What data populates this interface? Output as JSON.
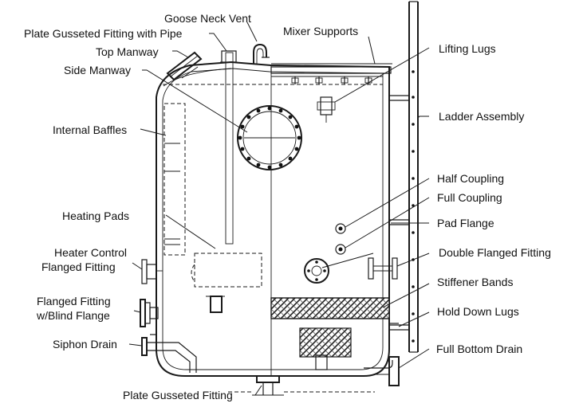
{
  "labels": {
    "goose_neck_vent": "Goose Neck Vent",
    "plate_gusseted_fitting_with_pipe": "Plate Gusseted Fitting with Pipe",
    "mixer_supports": "Mixer Supports",
    "top_manway": "Top Manway",
    "lifting_lugs": "Lifting Lugs",
    "side_manway": "Side Manway",
    "ladder_assembly": "Ladder Assembly",
    "internal_baffles": "Internal Baffles",
    "half_coupling": "Half Coupling",
    "full_coupling": "Full Coupling",
    "heating_pads": "Heating Pads",
    "pad_flange": "Pad Flange",
    "heater_control_line1": "Heater Control",
    "heater_control_line2": "Flanged Fitting",
    "double_flanged_fitting": "Double Flanged Fitting",
    "stiffener_bands": "Stiffener Bands",
    "flanged_fitting_blind_line1": "Flanged Fitting",
    "flanged_fitting_blind_line2": "w/Blind Flange",
    "hold_down_lugs": "Hold Down Lugs",
    "siphon_drain": "Siphon Drain",
    "full_bottom_drain": "Full Bottom Drain",
    "plate_gusseted_fitting": "Plate Gusseted Fitting"
  }
}
